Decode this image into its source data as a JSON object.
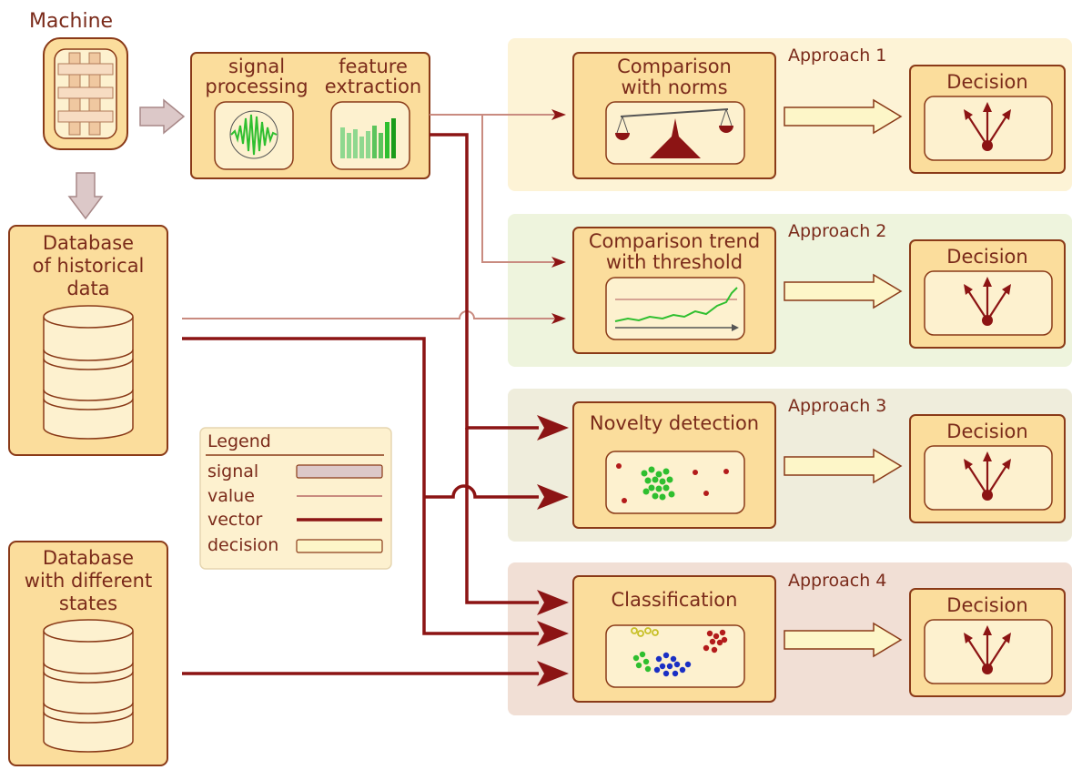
{
  "machine": {
    "label": "Machine"
  },
  "processing": {
    "signal_processing": [
      "signal",
      "processing"
    ],
    "feature_extraction": [
      "feature",
      "extraction"
    ]
  },
  "databases": {
    "historical": [
      "Database",
      "of historical",
      "data"
    ],
    "states": [
      "Database",
      "with different",
      "states"
    ]
  },
  "approaches": [
    {
      "label": "Approach 1",
      "method": [
        "Comparison",
        "with norms"
      ],
      "decision": "Decision"
    },
    {
      "label": "Approach 2",
      "method": [
        "Comparison trend",
        "with threshold"
      ],
      "decision": "Decision"
    },
    {
      "label": "Approach 3",
      "method": [
        "Novelty detection"
      ],
      "decision": "Decision"
    },
    {
      "label": "Approach 4",
      "method": [
        "Classification"
      ],
      "decision": "Decision"
    }
  ],
  "legend": {
    "title": "Legend",
    "items": [
      {
        "label": "signal",
        "kind": "signal"
      },
      {
        "label": "value",
        "kind": "value"
      },
      {
        "label": "vector",
        "kind": "vector"
      },
      {
        "label": "decision",
        "kind": "decision"
      }
    ]
  },
  "colors": {
    "box_fill": "#fbdd9c",
    "box_stroke": "#8a3a18",
    "inner_fill": "#fdf1cf",
    "text": "#7a2a1a",
    "vector": "#8c1414",
    "value": "#c98b80",
    "signal_fill": "#dcc8c8",
    "bg_approach_1": "#fdf3d6",
    "bg_approach_2": "#eef4dd",
    "bg_approach_3": "#efeddc",
    "bg_approach_4": "#f1dfd5",
    "green": "#2fbf2f",
    "red": "#b31b1b",
    "blue": "#1a2fc4",
    "yellow": "#c8c028"
  }
}
